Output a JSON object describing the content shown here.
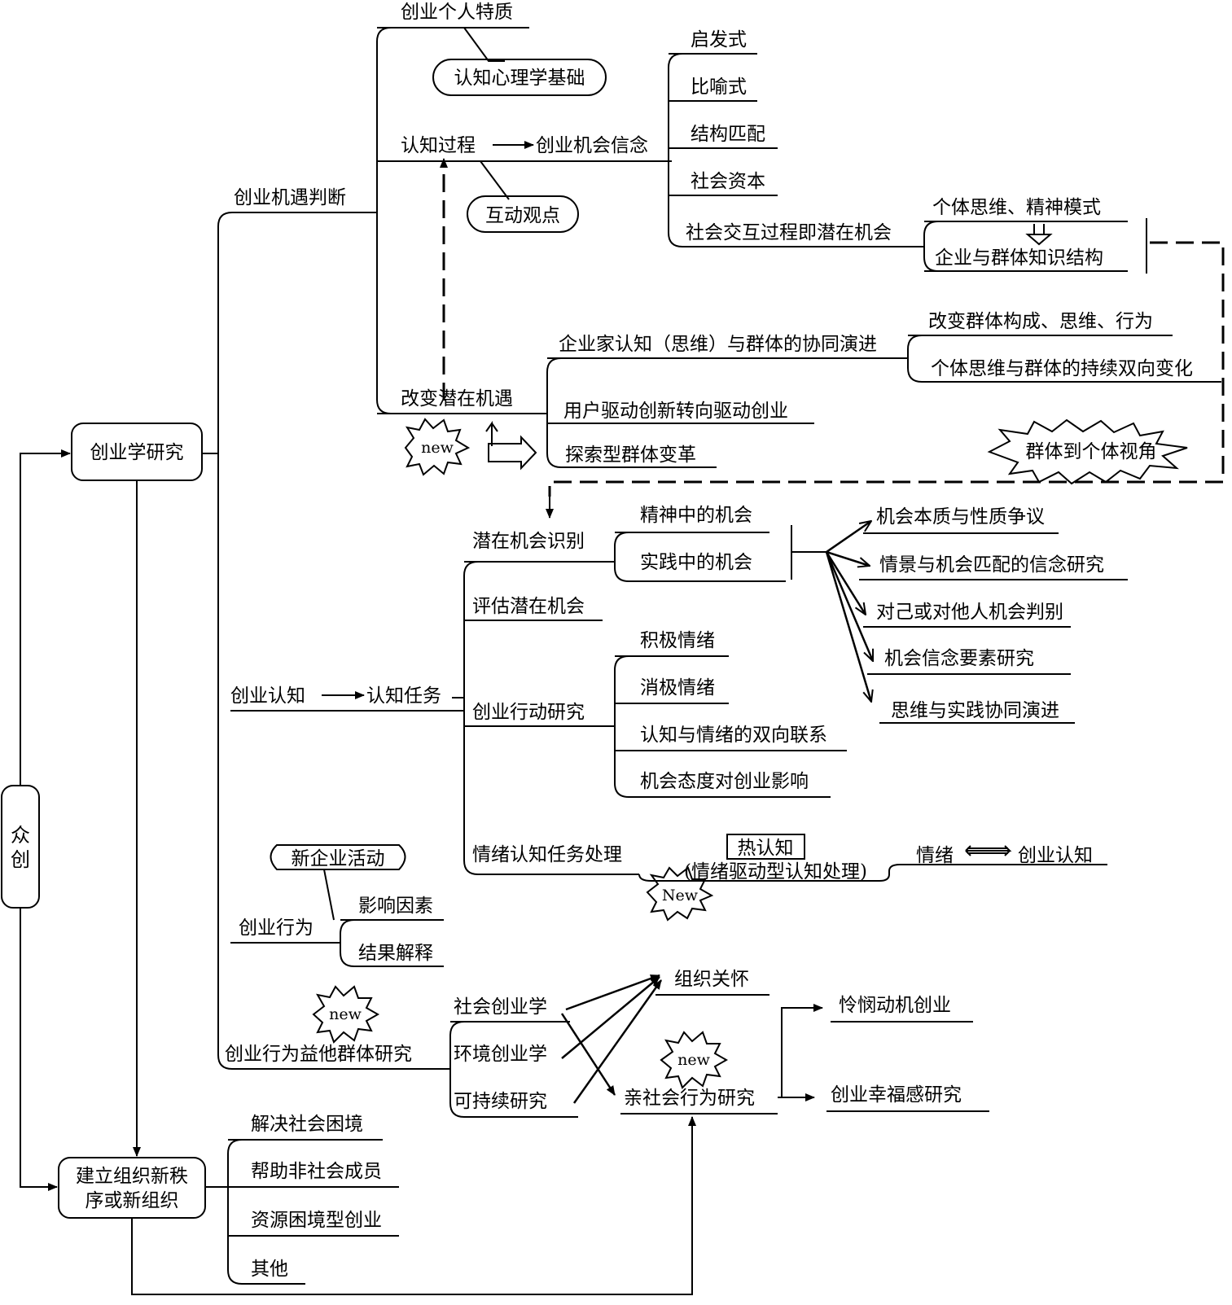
{
  "roots": {
    "zhongchuang": "众创",
    "research": "创业学研究",
    "new_org_line1": "建立组织新秩",
    "new_org_line2": "序或新组织"
  },
  "opportunity_judgment": {
    "label": "创业机遇判断",
    "personal_traits": "创业个人特质",
    "cognitive_psych": "认知心理学基础",
    "cognitive_process": "认知过程",
    "opportunity_belief": "创业机会信念",
    "interaction_view": "互动观点",
    "heuristic": "启发式",
    "metaphor": "比喻式",
    "structure_match": "结构匹配",
    "social_capital": "社会资本",
    "social_interaction": "社会交互过程即潜在机会",
    "individual_thinking": "个体思维、精神模式",
    "org_knowledge": "企业与群体知识结构",
    "change_potential": "改变潜在机遇",
    "coevolution": "企业家认知（思维）与群体的协同演进",
    "change_group": "改变群体构成、思维、行为",
    "bidirectional_change": "个体思维与群体的持续双向变化",
    "user_driven": "用户驱动创新转向驱动创业",
    "exploratory_change": "探索型群体变革",
    "group_to_individual": "群体到个体视角"
  },
  "cognition": {
    "label": "创业认知",
    "task": "认知任务",
    "potential_recognition": "潜在机会识别",
    "mental_opportunity": "精神中的机会",
    "practice_opportunity": "实践中的机会",
    "nature_debate": "机会本质与性质争议",
    "belief_match": "情景与机会匹配的信念研究",
    "self_other": "对己或对他人机会判别",
    "belief_elements": "机会信念要素研究",
    "thought_practice": "思维与实践协同演进",
    "evaluate": "评估潜在机会",
    "action_research": "创业行动研究",
    "positive": "积极情绪",
    "negative": "消极情绪",
    "cog_emotion_link": "认知与情绪的双向联系",
    "attitude_effect": "机会态度对创业影响",
    "emotion_task": "情绪认知任务处理",
    "hot_cognition": "热认知",
    "emotion_driven": "(情绪驱动型认知处理)",
    "emotion": "情绪",
    "ent_cognition": "创业认知"
  },
  "behavior": {
    "label": "创业行为",
    "new_venture": "新企业活动",
    "factors": "影响因素",
    "results": "结果解释"
  },
  "prosocial": {
    "label": "创业行为益他群体研究",
    "social_ent": "社会创业学",
    "env_ent": "环境创业学",
    "sustainable": "可持续研究",
    "org_care": "组织关怀",
    "prosocial_research": "亲社会行为研究",
    "compassion": "怜悯动机创业",
    "wellbeing": "创业幸福感研究"
  },
  "new_order": {
    "social_dilemma": "解决社会困境",
    "help_non_members": "帮助非社会成员",
    "resource_dilemma": "资源困境型创业",
    "other": "其他"
  },
  "badges": {
    "new1": "new",
    "new2": "New",
    "new3": "new",
    "new4": "new"
  },
  "icons": [
    "arrow-right-icon",
    "hollow-arrow-icon",
    "double-arrow-icon",
    "starburst-icon"
  ],
  "colors": {
    "ink": "#000000",
    "background": "#ffffff"
  }
}
